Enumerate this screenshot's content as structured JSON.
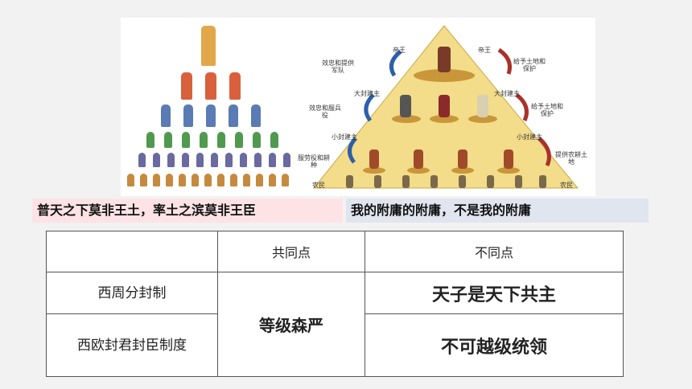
{
  "pyramid_labels": {
    "top": "帝王",
    "top_right": "帝王",
    "loyalty_army": "效忠和提供军队",
    "big_lord_left": "大封建主",
    "grant_land_1": "给予土地和保护",
    "big_lord_right": "大封建主",
    "loyalty_service": "效忠和服兵役",
    "grant_land_2": "给予土地和保护",
    "small_lord_left": "小封建主",
    "small_lord_right": "小封建主",
    "labor_tribute": "服劳役和耕种",
    "provide_land": "提供农耕土地",
    "farmer_left": "农民",
    "farmer_right": "农民"
  },
  "quotes": {
    "zhou": "普天之下莫非王土，率土之滨莫非王臣",
    "europe": "我的附庸的附庸，不是我的附庸"
  },
  "table": {
    "header_blank": "",
    "header_common": "共同点",
    "header_diff": "不同点",
    "row1_label": "西周分封制",
    "row2_label": "西欧封君封臣制度",
    "common": "等级森严",
    "row1_diff": "天子是天下共主",
    "row2_diff": "不可越级统领"
  },
  "colors": {
    "quote1_bg": "#fde3e6",
    "quote2_bg": "#e1e5ef",
    "highlight": "#e8231b",
    "pyramid": "#f3dc8a"
  }
}
